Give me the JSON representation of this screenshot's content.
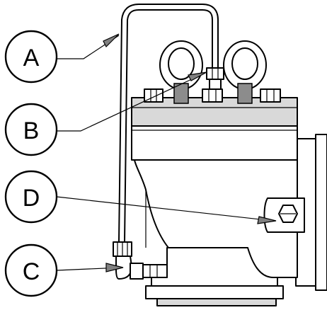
{
  "callouts": [
    {
      "id": "A",
      "label": "A"
    },
    {
      "id": "B",
      "label": "B"
    },
    {
      "id": "D",
      "label": "D"
    },
    {
      "id": "C",
      "label": "C"
    }
  ],
  "colors": {
    "ink": "#000000",
    "shade": "#d9d9d9",
    "dark_fill": "#8c8c8c",
    "background": "#ffffff"
  }
}
